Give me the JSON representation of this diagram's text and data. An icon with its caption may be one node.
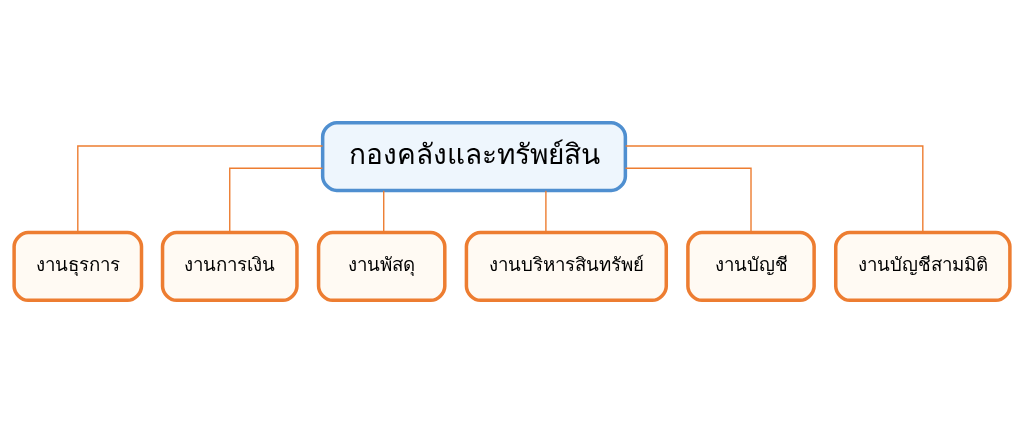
{
  "diagram": {
    "nodes": [
      {
        "text": [
          "กองคลังและทรัพย์สิน"
        ]
      },
      {
        "text": [
          "งานธุรการ"
        ]
      },
      {
        "text": [
          "งานการเงิน"
        ]
      },
      {
        "text": [
          "งานพัสดุ"
        ]
      },
      {
        "text": [
          "งานบริหารสินทรัพย์"
        ]
      },
      {
        "text": [
          "งานบัญชี"
        ]
      },
      {
        "text": [
          "งานบัญชีสามมิติ"
        ]
      }
    ],
    "edges": [
      {
        "from": 0,
        "to": 1,
        "arrow": "none"
      },
      {
        "from": 0,
        "to": 2,
        "arrow": "none"
      },
      {
        "from": 0,
        "to": 3,
        "arrow": "none"
      },
      {
        "from": 0,
        "to": 4,
        "arrow": "none"
      },
      {
        "from": 0,
        "to": 5,
        "arrow": "none"
      },
      {
        "from": 0,
        "to": 6,
        "arrow": "none"
      }
    ]
  }
}
